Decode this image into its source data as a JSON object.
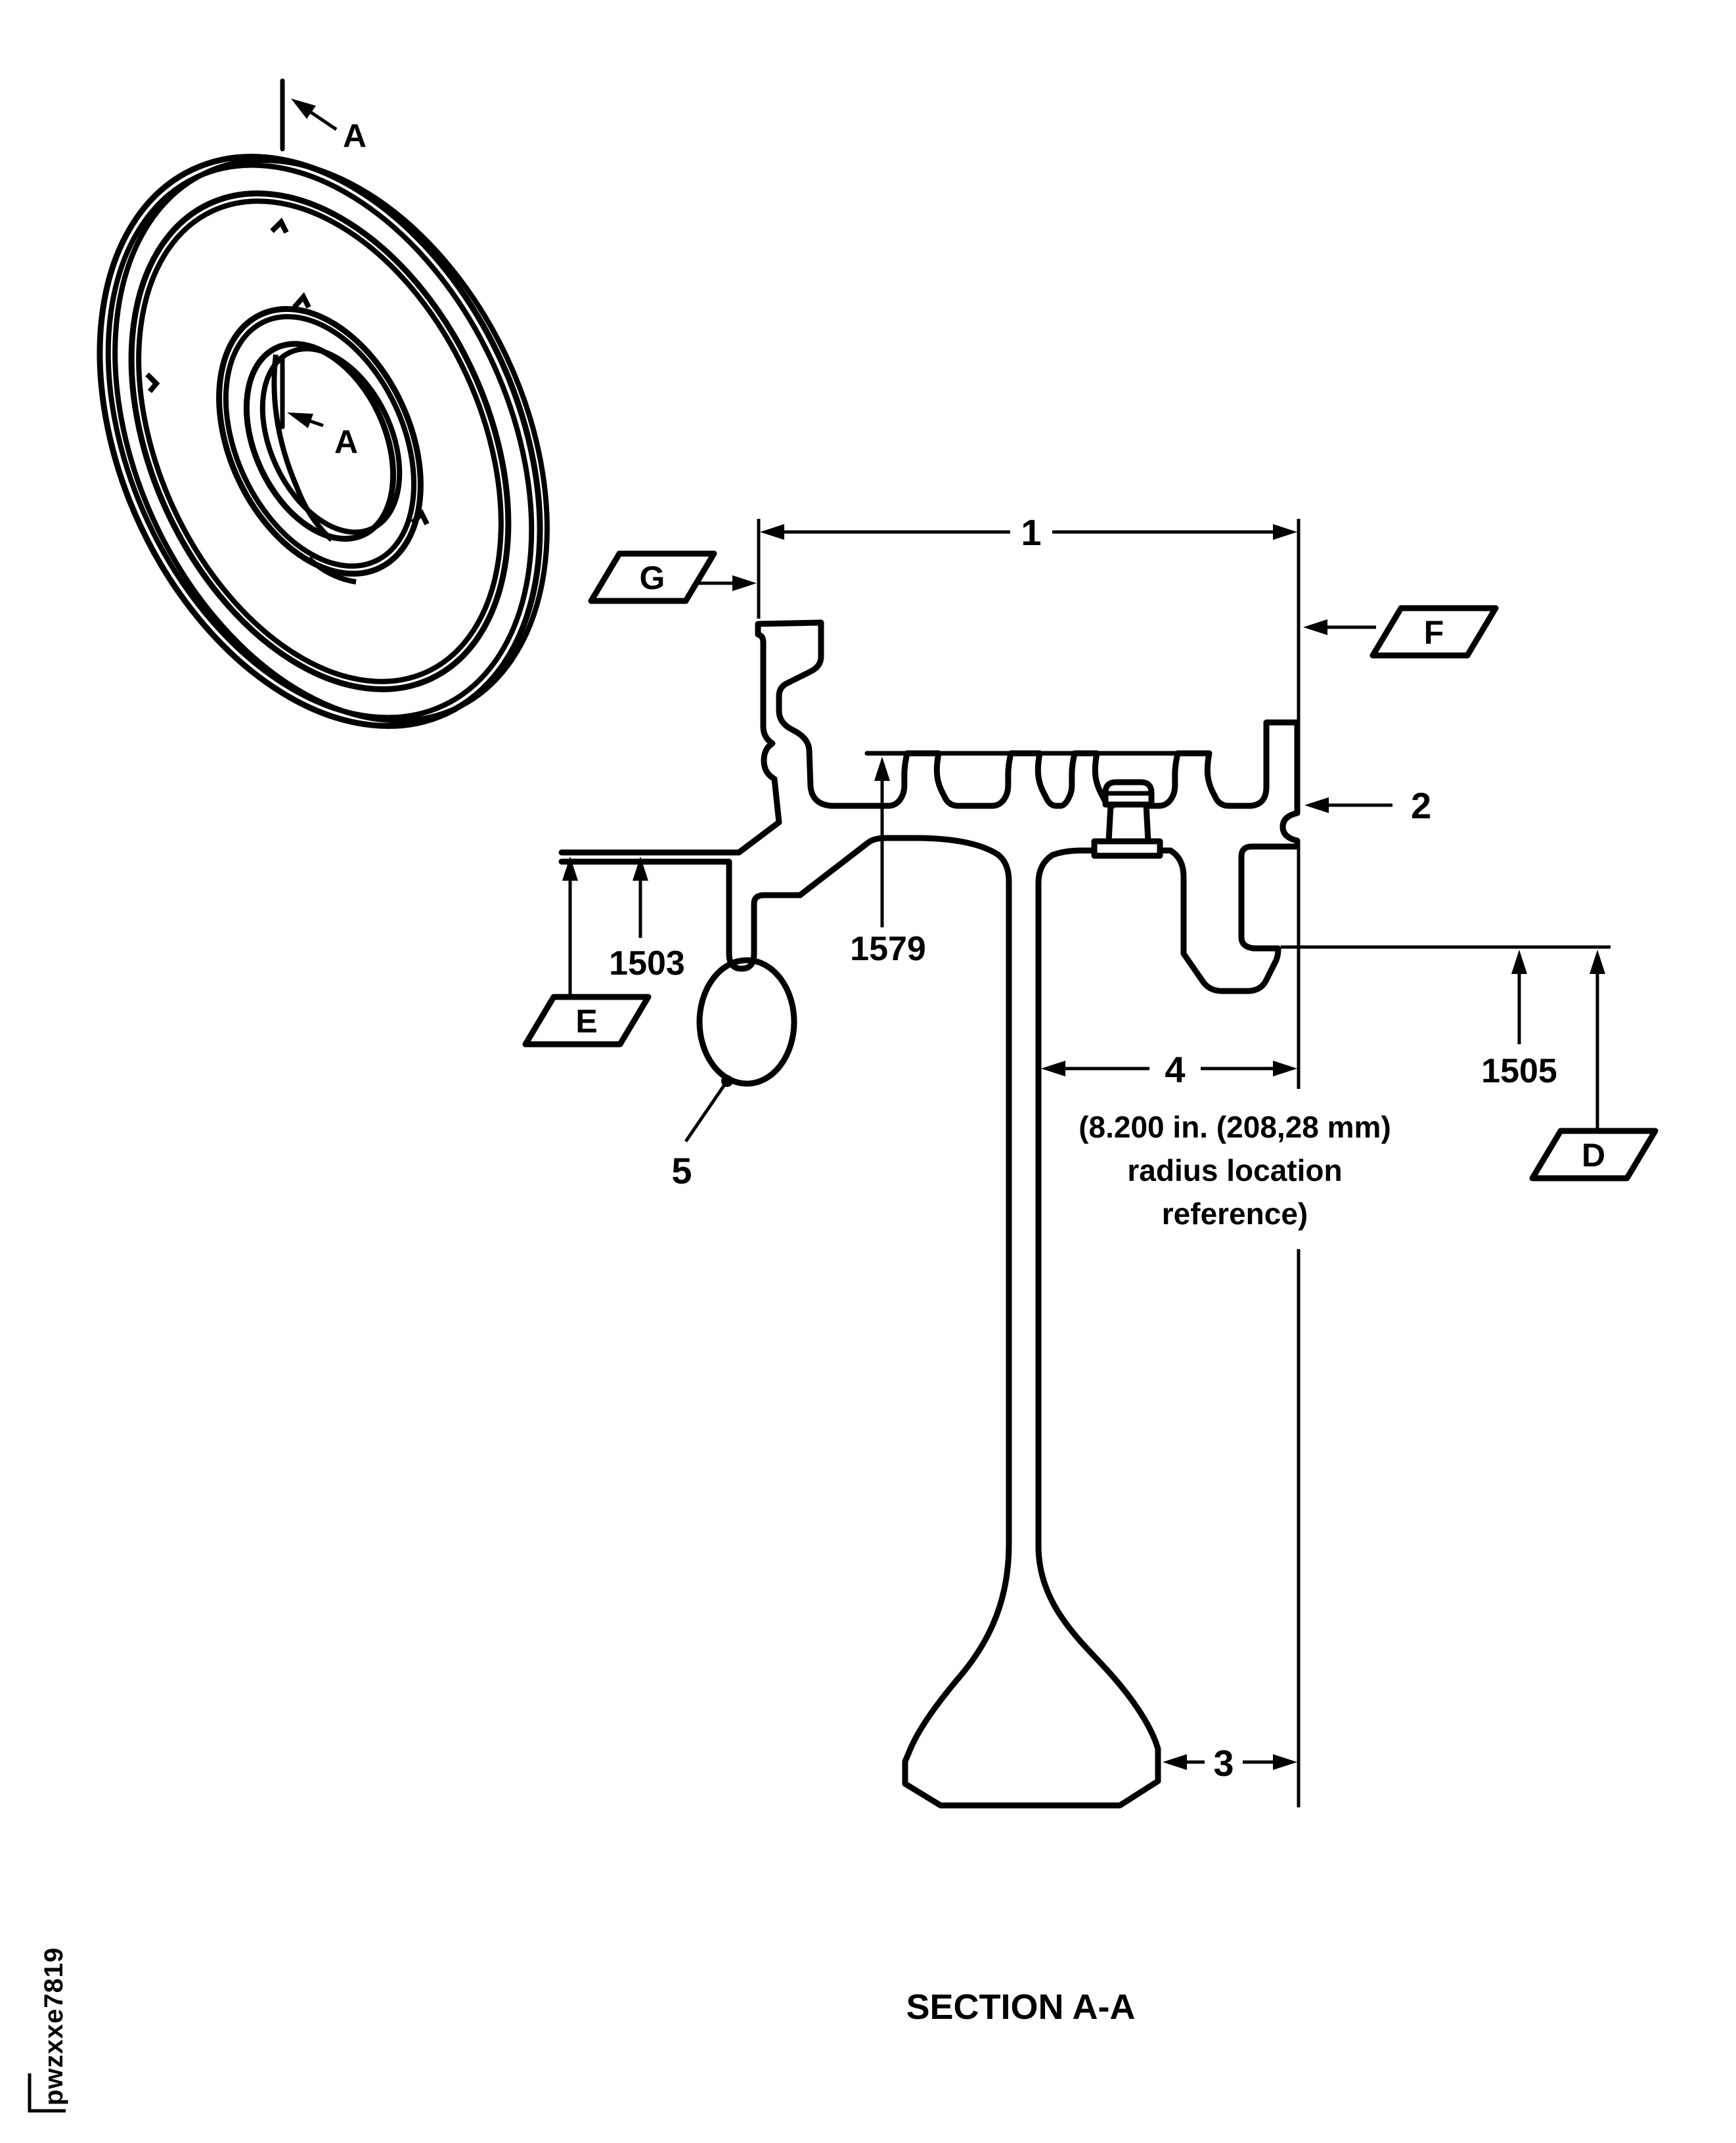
{
  "figure": {
    "section_title": "SECTION A-A",
    "figure_code": "pwzxxe7819",
    "cut_label": "A"
  },
  "datum_flags": {
    "g": "G",
    "f": "F",
    "e": "E",
    "d": "D"
  },
  "index_numbers": {
    "i1503": "1503",
    "i1505": "1505",
    "i1579": "1579"
  },
  "callouts": {
    "c1": "1",
    "c2": "2",
    "c3": "3",
    "c4": "4",
    "c5": "5"
  },
  "radius_note": {
    "line1": "(8.200 in. (208,28 mm)",
    "line2": "radius location",
    "line3": "reference)"
  },
  "colors": {
    "ink": "#000000",
    "paper": "#ffffff"
  }
}
